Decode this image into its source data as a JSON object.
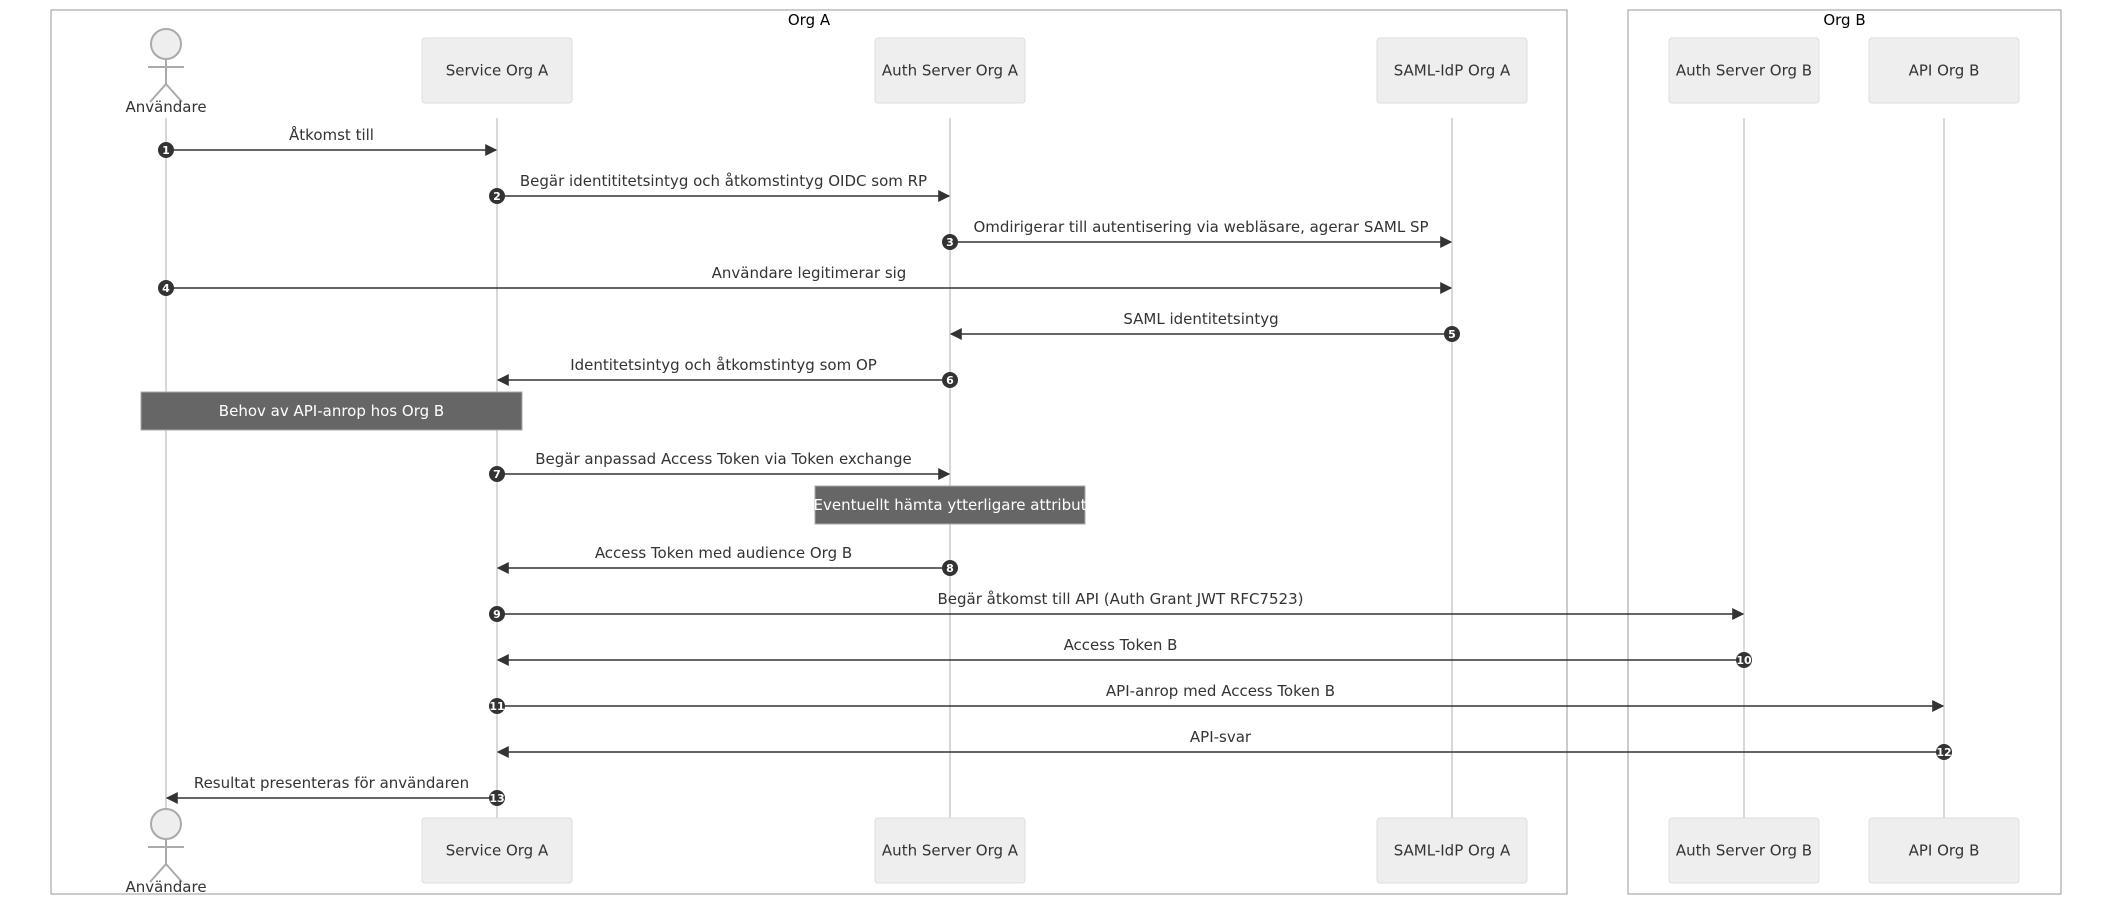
{
  "groups": [
    {
      "id": "orga",
      "label": "Org A"
    },
    {
      "id": "orgb",
      "label": "Org B"
    }
  ],
  "participants": [
    {
      "id": "user",
      "label": "Användare",
      "kind": "actor"
    },
    {
      "id": "service",
      "label": "Service Org A",
      "kind": "box"
    },
    {
      "id": "authA",
      "label": "Auth Server Org A",
      "kind": "box"
    },
    {
      "id": "saml",
      "label": "SAML-IdP Org A",
      "kind": "box"
    },
    {
      "id": "authB",
      "label": "Auth Server Org B",
      "kind": "box"
    },
    {
      "id": "api",
      "label": "API Org B",
      "kind": "box"
    }
  ],
  "steps": [
    {
      "type": "msg",
      "num": "1",
      "from": "user",
      "to": "service",
      "label": "Åtkomst till"
    },
    {
      "type": "msg",
      "num": "2",
      "from": "service",
      "to": "authA",
      "label": "Begär identititetsintyg och åtkomstintyg OIDC som RP"
    },
    {
      "type": "msg",
      "num": "3",
      "from": "authA",
      "to": "saml",
      "label": "Omdirigerar till autentisering via webläsare, agerar SAML SP"
    },
    {
      "type": "msg",
      "num": "4",
      "from": "user",
      "to": "saml",
      "label": "Användare legitimerar sig"
    },
    {
      "type": "msg",
      "num": "5",
      "from": "saml",
      "to": "authA",
      "label": "SAML identitetsintyg"
    },
    {
      "type": "msg",
      "num": "6",
      "from": "authA",
      "to": "service",
      "label": "Identitetsintyg och åtkomstintyg som OP"
    },
    {
      "type": "note",
      "over": [
        "user",
        "service"
      ],
      "label": "Behov av API-anrop hos Org B"
    },
    {
      "type": "msg",
      "num": "7",
      "from": "service",
      "to": "authA",
      "label": "Begär anpassad Access Token via Token exchange"
    },
    {
      "type": "note",
      "over": [
        "authA"
      ],
      "label": "Eventuellt hämta ytterligare attribut"
    },
    {
      "type": "msg",
      "num": "8",
      "from": "authA",
      "to": "service",
      "label": "Access Token med audience Org B"
    },
    {
      "type": "msg",
      "num": "9",
      "from": "service",
      "to": "authB",
      "label": "Begär åtkomst till API (Auth Grant JWT RFC7523)"
    },
    {
      "type": "msg",
      "num": "10",
      "from": "authB",
      "to": "service",
      "label": "Access Token B"
    },
    {
      "type": "msg",
      "num": "11",
      "from": "service",
      "to": "api",
      "label": "API-anrop med Access Token B"
    },
    {
      "type": "msg",
      "num": "12",
      "from": "api",
      "to": "service",
      "label": "API-svar"
    },
    {
      "type": "msg",
      "num": "13",
      "from": "service",
      "to": "user",
      "label": "Resultat presenteras för användaren"
    }
  ],
  "colors": {
    "box_fill": "#eeeeee",
    "box_stroke": "#dddddd",
    "lifeline": "#cccccc",
    "arrow": "#333333",
    "note_fill": "#666666",
    "group_stroke": "#999999"
  }
}
